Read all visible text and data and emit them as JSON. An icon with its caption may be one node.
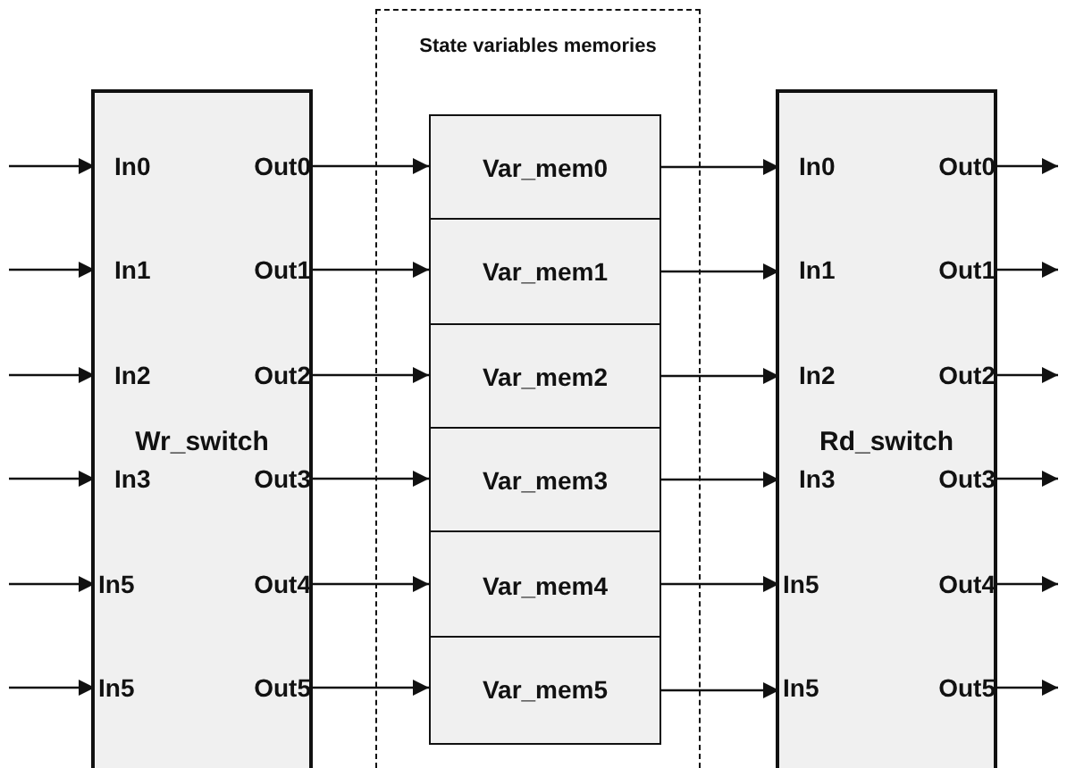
{
  "diagram": {
    "nodes": [
      {
        "text": [
          "Wr_switch"
        ]
      },
      {
        "text": [
          "In0"
        ],
        "in": 0
      },
      {
        "text": [
          "Out0"
        ],
        "in": 0
      },
      {
        "text": [
          "In1"
        ],
        "in": 0
      },
      {
        "text": [
          "Out1"
        ],
        "in": 0
      },
      {
        "text": [
          "In2"
        ],
        "in": 0
      },
      {
        "text": [
          "Out2"
        ],
        "in": 0
      },
      {
        "text": [
          "In3"
        ],
        "in": 0
      },
      {
        "text": [
          "Out3"
        ],
        "in": 0
      },
      {
        "text": [
          "In5"
        ],
        "in": 0
      },
      {
        "text": [
          "Out4"
        ],
        "in": 0
      },
      {
        "text": [
          "In5"
        ],
        "in": 0
      },
      {
        "text": [
          "Out5"
        ],
        "in": 0
      },
      {
        "text": [
          "State variables memories"
        ]
      },
      {
        "text": [
          "Var_mem0"
        ],
        "in": 13
      },
      {
        "text": [
          "Var_mem1"
        ],
        "in": 13
      },
      {
        "text": [
          "Var_mem2"
        ],
        "in": 13
      },
      {
        "text": [
          "Var_mem3"
        ],
        "in": 13
      },
      {
        "text": [
          "Var_mem4"
        ],
        "in": 13
      },
      {
        "text": [
          "Var_mem5"
        ],
        "in": 13
      },
      {
        "text": [
          "Rd_switch"
        ]
      },
      {
        "text": [
          "In0"
        ],
        "in": 20
      },
      {
        "text": [
          "Out0"
        ],
        "in": 20
      },
      {
        "text": [
          "In1"
        ],
        "in": 20
      },
      {
        "text": [
          "Out1"
        ],
        "in": 20
      },
      {
        "text": [
          "In2"
        ],
        "in": 20
      },
      {
        "text": [
          "Out2"
        ],
        "in": 20
      },
      {
        "text": [
          "In3"
        ],
        "in": 20
      },
      {
        "text": [
          "Out3"
        ],
        "in": 20
      },
      {
        "text": [
          "In5"
        ],
        "in": 20
      },
      {
        "text": [
          "Out4"
        ],
        "in": 20
      },
      {
        "text": [
          "In5"
        ],
        "in": 20
      },
      {
        "text": [
          "Out5"
        ],
        "in": 20
      }
    ],
    "edges": [
      {
        "from": null,
        "to": 1,
        "arrow": "to"
      },
      {
        "from": null,
        "to": 3,
        "arrow": "to"
      },
      {
        "from": null,
        "to": 5,
        "arrow": "to"
      },
      {
        "from": null,
        "to": 7,
        "arrow": "to"
      },
      {
        "from": null,
        "to": 9,
        "arrow": "to"
      },
      {
        "from": null,
        "to": 11,
        "arrow": "to"
      },
      {
        "from": 2,
        "to": 14,
        "arrow": "to"
      },
      {
        "from": 4,
        "to": 15,
        "arrow": "to"
      },
      {
        "from": 6,
        "to": 16,
        "arrow": "to"
      },
      {
        "from": 8,
        "to": 17,
        "arrow": "to"
      },
      {
        "from": 10,
        "to": 18,
        "arrow": "to"
      },
      {
        "from": 12,
        "to": 19,
        "arrow": "to"
      },
      {
        "from": 14,
        "to": 21,
        "arrow": "to"
      },
      {
        "from": 15,
        "to": 23,
        "arrow": "to"
      },
      {
        "from": 16,
        "to": 25,
        "arrow": "to"
      },
      {
        "from": 17,
        "to": 27,
        "arrow": "to"
      },
      {
        "from": 18,
        "to": 29,
        "arrow": "to"
      },
      {
        "from": 19,
        "to": 31,
        "arrow": "to"
      },
      {
        "from": 22,
        "to": null,
        "arrow": "to"
      },
      {
        "from": 24,
        "to": null,
        "arrow": "to"
      },
      {
        "from": 26,
        "to": null,
        "arrow": "to"
      },
      {
        "from": 28,
        "to": null,
        "arrow": "to"
      },
      {
        "from": 30,
        "to": null,
        "arrow": "to"
      },
      {
        "from": 32,
        "to": null,
        "arrow": "to"
      }
    ]
  }
}
